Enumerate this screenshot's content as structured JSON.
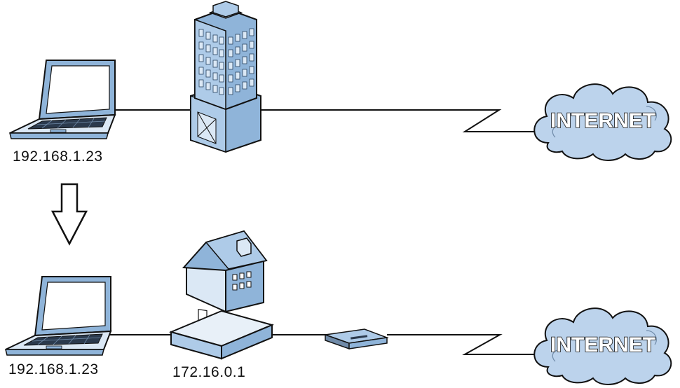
{
  "scenario_before": {
    "laptop_ip": "192.168.1.23",
    "internet_label": "INTERNET"
  },
  "scenario_after": {
    "laptop_ip": "192.168.1.23",
    "router_ip": "172.16.0.1",
    "internet_label": "INTERNET"
  },
  "colors": {
    "device_blue": "#8fb4d9",
    "device_light": "#dbe8f5",
    "cloud_fill": "#bcd3ec",
    "line": "#111111"
  },
  "icons": [
    "laptop-icon",
    "office-building-icon",
    "internet-cloud-icon",
    "down-arrow-icon",
    "house-icon",
    "router-icon",
    "modem-icon"
  ]
}
